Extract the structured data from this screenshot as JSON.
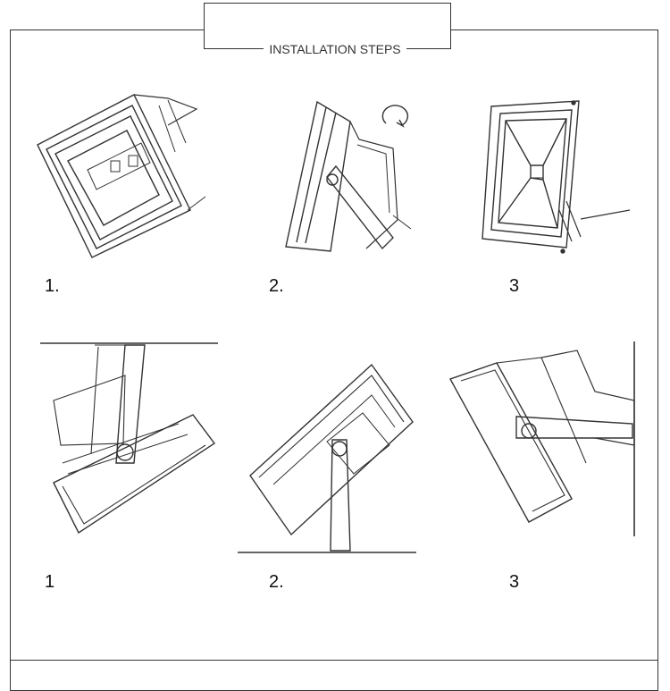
{
  "header": {
    "title": "INSTALLATION STEPS"
  },
  "row1": {
    "steps": [
      "1.",
      "2.",
      "3"
    ]
  },
  "row2": {
    "steps": [
      "1",
      "2.",
      "3"
    ]
  },
  "icons": {
    "rotate": "rotate-arrow-icon"
  }
}
